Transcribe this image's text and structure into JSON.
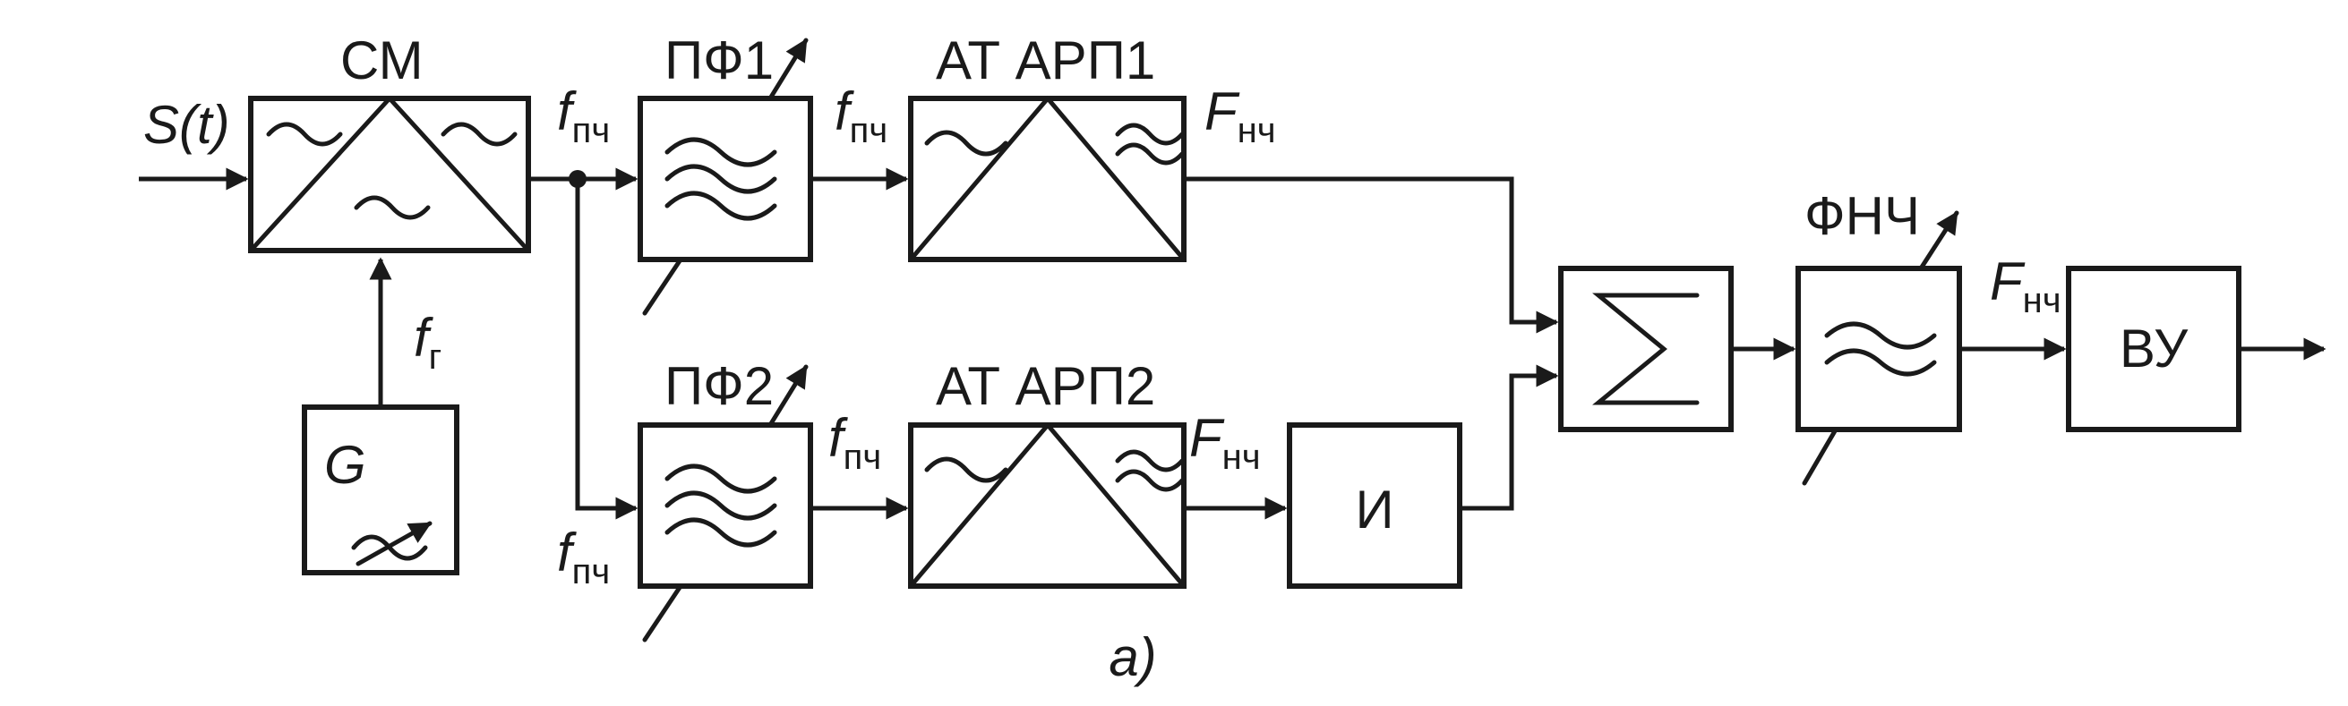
{
  "diagram": {
    "caption": "а)",
    "blocks": {
      "mixer": "СМ",
      "generator": "G",
      "bandpass1": "ПФ1",
      "bandpass2": "ПФ2",
      "amp_agc1": "АТ АРП1",
      "amp_agc2": "АТ АРП2",
      "inverter": "И",
      "lowpass": "ФНЧ",
      "output_device": "ВУ"
    },
    "signals": {
      "input": "S(t)",
      "f_main": "f",
      "f_ifreq_sub": "пч",
      "f_gen_sub": "г",
      "F_main": "F",
      "F_low_sub": "нч"
    }
  }
}
